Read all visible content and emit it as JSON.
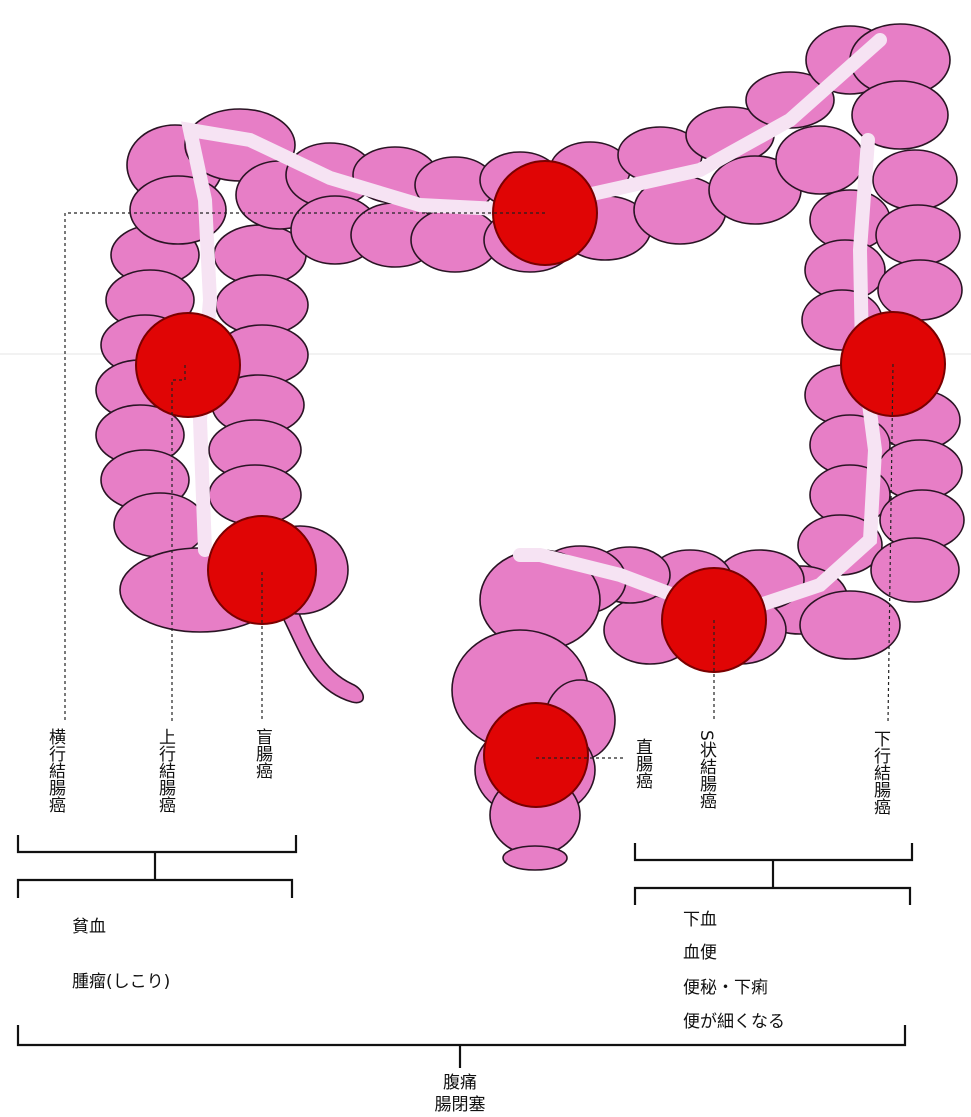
{
  "colors": {
    "colon": "#e77ec6",
    "colon_outline": "#2a1424",
    "lumen": "#f6e3f3",
    "tumor": "#e00505",
    "background": "#ffffff"
  },
  "labels": {
    "transverse": "横行結腸癌",
    "ascending": "上行結腸癌",
    "cecum": "盲腸癌",
    "rectum": "直腸癌",
    "sigmoid": "S状結腸癌",
    "descending": "下行結腸癌"
  },
  "symptoms": {
    "right": [
      "貧血",
      "腫瘤(しこり)"
    ],
    "left": [
      "下血",
      "血便",
      "便秘・下痢",
      "便が細くなる"
    ],
    "common": [
      "腹痛",
      "腸閉塞"
    ]
  }
}
